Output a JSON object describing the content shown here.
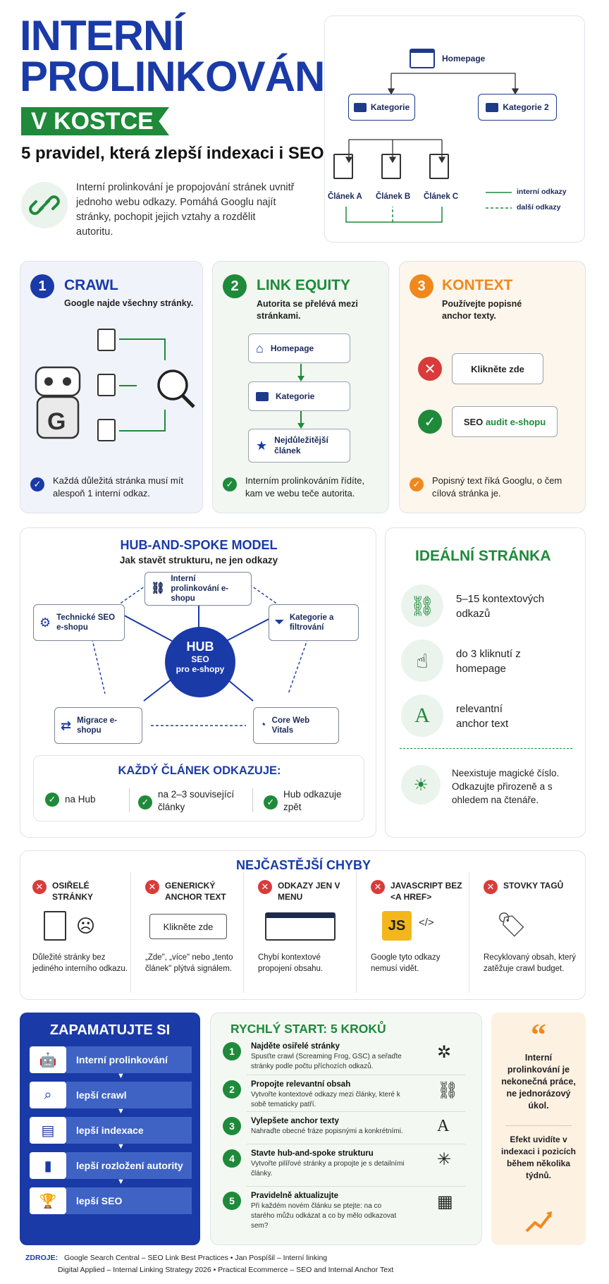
{
  "title": {
    "line1": "INTERNÍ",
    "line2": "PROLINKOVÁNÍ",
    "badge": "V KOSTCE",
    "subtitle": "5 pravidel, která zlepší indexaci i SEO"
  },
  "intro": {
    "text": "Interní prolinkování je propojování stránek uvnitř jednoho webu odkazy. Pomáhá Googlu najít stránky, pochopit jejich vztahy a rozdělit autoritu."
  },
  "diagram": {
    "homepage": "Homepage",
    "kat1": "Kategorie",
    "kat2": "Kategorie 2",
    "clanekA": "Článek A",
    "clanekB": "Článek B",
    "clanekC": "Článek C",
    "legend_internal": "interní odkazy",
    "legend_other": "další odkazy"
  },
  "crawl": {
    "num": "1",
    "title": "CRAWL",
    "desc": "Google najde všechny stránky.",
    "foot": "Každá důležitá stránka musí mít alespoň 1 interní odkaz."
  },
  "equity": {
    "num": "2",
    "title": "LINK EQUITY",
    "desc": "Autorita se přelévá mezi stránkami.",
    "n1": "Homepage",
    "n2": "Kategorie",
    "n3": "Nejdůležitější článek",
    "foot": "Interním prolinkováním řídíte, kam ve webu teče autorita."
  },
  "kontext": {
    "num": "3",
    "title": "KONTEXT",
    "desc": "Používejte popisné anchor texty.",
    "bad": "Klikněte zde",
    "good_pre": "SEO ",
    "good_hl": "audit e-shopu",
    "foot": "Popisný text říká Googlu, o čem cílová stránka je."
  },
  "hub": {
    "title": "HUB-AND-SPOKE MODEL",
    "sub": "Jak stavět strukturu, ne jen odkazy",
    "c1": "HUB",
    "c2": "SEO",
    "c3": "pro e-shopy",
    "n_top": "Interní prolinkování e-shopu",
    "n_left": "Technické SEO e-shopu",
    "n_right": "Kategorie a filtrování",
    "n_bl": "Migrace e-shopu",
    "n_br": "Core Web Vitals",
    "each_title": "KAŽDÝ ČLÁNEK ODKAZUJE:",
    "e1": "na Hub",
    "e2": "na 2–3 související články",
    "e3": "Hub odkazuje zpět"
  },
  "ideal": {
    "title": "IDEÁLNÍ STRÁNKA",
    "i1": "5–15 kontextových odkazů",
    "i2": "do 3 kliknutí z homepage",
    "i3": "relevantní anchor text",
    "note": "Neexistuje magické číslo. Odkazujte přirozeně a s ohledem na čtenáře."
  },
  "mistakes": {
    "title": "NEJČASTĚJŠÍ CHYBY",
    "items": [
      {
        "title": "OSIŘELÉ STRÁNKY",
        "desc": "Důležité stránky bez jediného interního odkazu."
      },
      {
        "title": "GENERICKÝ ANCHOR TEXT",
        "bubble": "Klikněte zde",
        "desc": "„Zde\", „více\" nebo „tento článek\" plýtvá signálem."
      },
      {
        "title": "ODKAZY JEN V MENU",
        "desc": "Chybí kontextové propojení obsahu."
      },
      {
        "title": "JAVASCRIPT BEZ <A HREF>",
        "js": "JS",
        "desc": "Google tyto odkazy nemusí vidět."
      },
      {
        "title": "STOVKY TAGŮ",
        "desc": "Recyklovaný obsah, který zatěžuje crawl budget."
      }
    ]
  },
  "remember": {
    "title": "ZAPAMATUJTE SI",
    "items": [
      "Interní prolinkování",
      "lepší crawl",
      "lepší indexace",
      "lepší rozložení autority",
      "lepší SEO"
    ]
  },
  "quick": {
    "title": "RYCHLÝ START: 5 KROKŮ",
    "steps": [
      {
        "n": "1",
        "t": "Najděte osiřelé stránky",
        "d": "Spusťte crawl (Screaming Frog, GSC) a seřaďte stránky podle počtu příchozích odkazů."
      },
      {
        "n": "2",
        "t": "Propojte relevantní obsah",
        "d": "Vytvořte kontextové odkazy mezi články, které k sobě tematicky patří."
      },
      {
        "n": "3",
        "t": "Vylepšete anchor texty",
        "d": "Nahraďte obecné fráze popisnými a konkrétními."
      },
      {
        "n": "4",
        "t": "Stavte hub-and-spoke strukturu",
        "d": "Vytvořte pilířové stránky a propojte je s detailními články."
      },
      {
        "n": "5",
        "t": "Pravidelně aktualizujte",
        "d": "Při každém novém článku se ptejte: na co starého můžu odkázat a co by mělo odkazovat sem?"
      }
    ]
  },
  "quote": {
    "q1": "Interní prolinkování je nekonečná práce, ne jednorázový úkol.",
    "q2": "Efekt uvidíte v indexaci i pozicích během několika týdnů."
  },
  "sources": {
    "label": "ZDROJE:",
    "line1": "Google Search Central – SEO Link Best Practices  •  Jan Pospíšil – Interní linking",
    "line2": "Digital Applied – Internal Linking Strategy 2026  •  Practical Ecommerce – SEO and Internal Anchor Text"
  },
  "colors": {
    "blue": "#1a3aa8",
    "green": "#1e8a3a",
    "orange": "#f0881c",
    "red": "#d93b3b"
  }
}
